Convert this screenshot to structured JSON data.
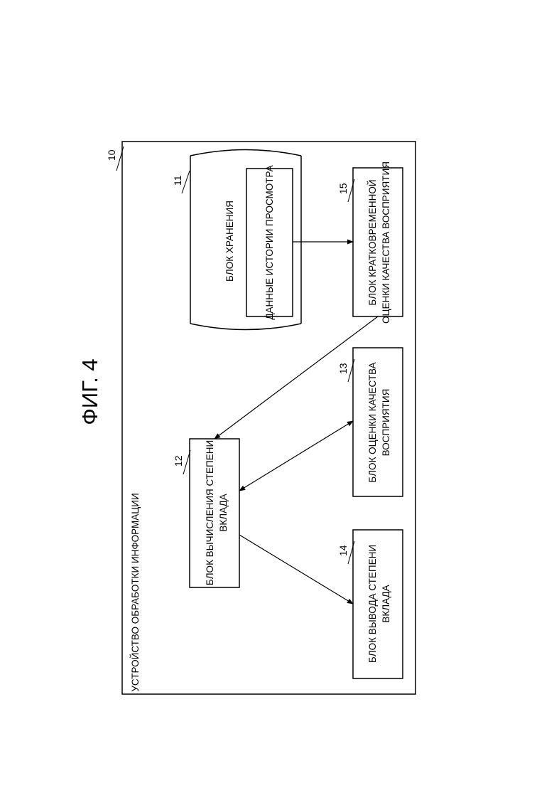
{
  "figure": {
    "title": "ФИГ. 4"
  },
  "device": {
    "ref": "10",
    "label": "УСТРОЙСТВО ОБРАБОТКИ ИНФОРМАЦИИ"
  },
  "storage": {
    "ref": "11",
    "label": "БЛОК ХРАНЕНИЯ",
    "data_label": "ДАННЫЕ ИСТОРИИ ПРОСМОТРА"
  },
  "contribution_calc": {
    "ref": "12",
    "line1": "БЛОК ВЫЧИСЛЕНИЯ СТЕПЕНИ",
    "line2": "ВКЛАДА"
  },
  "perception_eval": {
    "ref": "13",
    "line1": "БЛОК ОЦЕНКИ КАЧЕСТВА",
    "line2": "ВОСПРИЯТИЯ"
  },
  "contribution_output": {
    "ref": "14",
    "line1": "БЛОК ВЫВОДА СТЕПЕНИ",
    "line2": "ВКЛАДА"
  },
  "short_term_eval": {
    "ref": "15",
    "line1": "БЛОК КРАТКОВРЕМЕННОЙ",
    "line2": "ОЦЕНКИ КАЧЕСТВА ВОСПРИЯТИЯ"
  }
}
